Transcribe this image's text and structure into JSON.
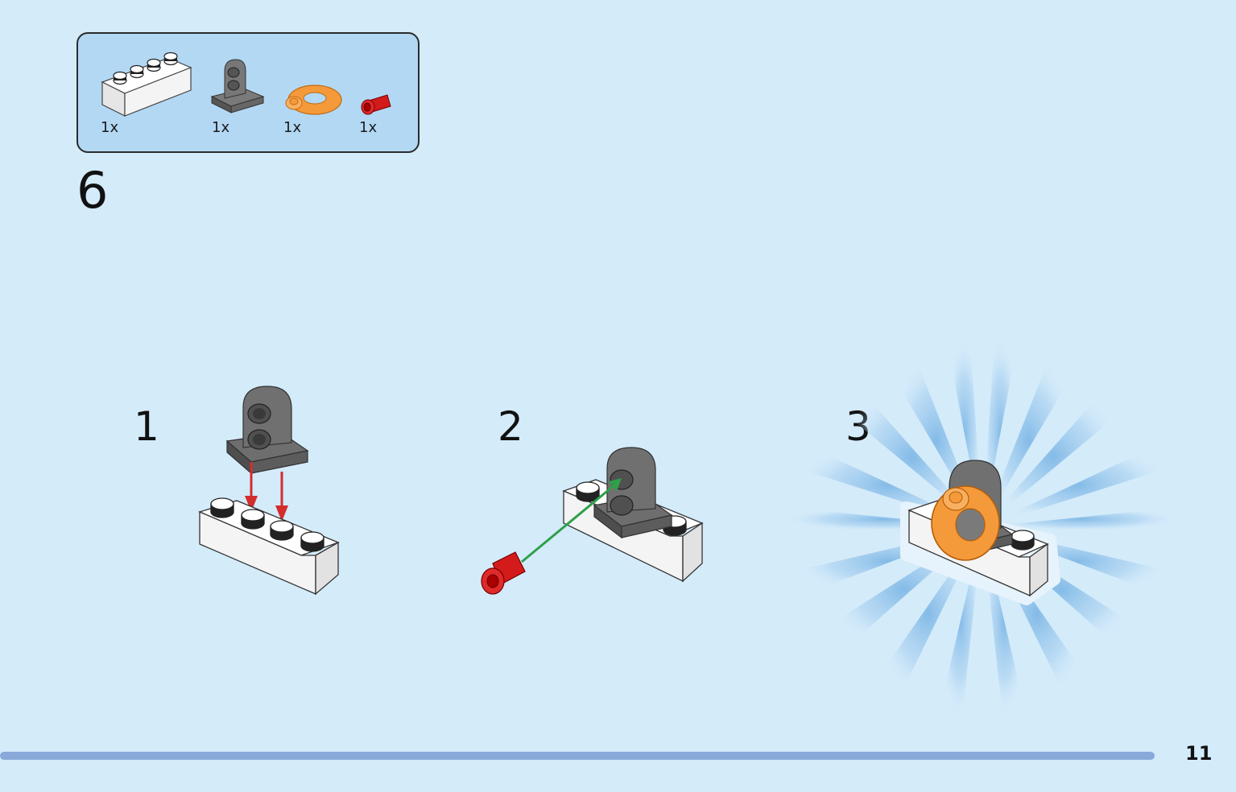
{
  "parts_list": {
    "items": [
      {
        "name": "white-brick-1x4-icon",
        "quantity": "1x"
      },
      {
        "name": "gray-pin-bracket-icon",
        "quantity": "1x"
      },
      {
        "name": "orange-round-ring-icon",
        "quantity": "1x"
      },
      {
        "name": "red-connector-pin-icon",
        "quantity": "1x"
      }
    ]
  },
  "step": {
    "number": "6"
  },
  "sub_steps": [
    {
      "number": "1"
    },
    {
      "number": "2"
    },
    {
      "number": "3"
    }
  ],
  "colors": {
    "background": "#d4ebfa",
    "parts_box": "#b3d8f4",
    "arrow_red": "#d42d2d",
    "arrow_green": "#2ea04a",
    "progress_bar": "#88a9d9",
    "orange": "#f59a3a",
    "gray": "#6a6a6a"
  },
  "footer": {
    "page_number": "11"
  }
}
